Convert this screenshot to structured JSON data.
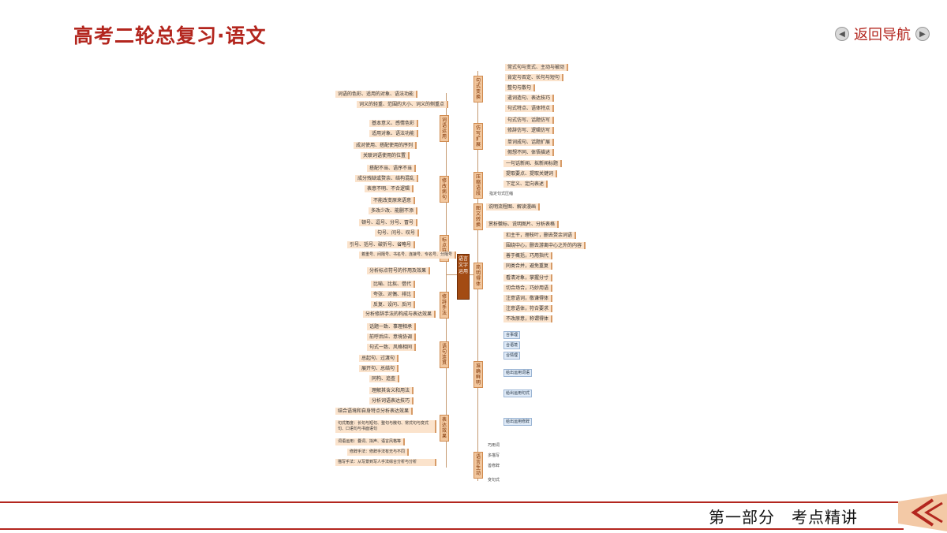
{
  "header": {
    "title": "高考二轮总复习·语文",
    "nav_label": "返回导航"
  },
  "mindmap": {
    "center": "语言文字运用",
    "left_branches": [
      {
        "label": "词语运用",
        "items": [
          "词语的色彩、适用的对象、语法功能",
          "词义的轻重、范围的大小、词义的侧重点",
          "基本意义、感情色彩",
          "适用对象、语法功能",
          "成对使用、搭配使用的序列",
          "关联词语使用的位置"
        ]
      },
      {
        "label": "修改病句",
        "items": [
          "搭配不当、语序不当",
          "成分残缺或赘余、结构混乱",
          "表意不明、不合逻辑",
          "不能改变原来语意",
          "多改少改、能删不添"
        ]
      },
      {
        "label": "标点符号",
        "items": [
          "顿号、逗号、分号、冒号",
          "句号、问号、叹号",
          "引号、括号、破折号、省略号",
          "着重号、间隔号、书名号、连接号、专名号、分隔号",
          "分析标点符号的作用及效果"
        ]
      },
      {
        "label": "修辞手法",
        "items": [
          "比喻、比拟、借代",
          "夸张、对偶、排比",
          "反复、设问、反问",
          "分析修辞手法的构成与表达效果"
        ]
      },
      {
        "label": "语句连贯",
        "items": [
          "话题一致、事理相承",
          "前呼后应、意境协调",
          "句式一致、风格相同",
          "总起句、过渡句",
          "展开句、总结句",
          "同构、追查"
        ]
      },
      {
        "label": "表达效果",
        "items": [
          "理解其含义和用法",
          "分析词语表达技巧",
          "结合语境和自身特点分析表达效果",
          "句式角度：长句与短句、整句与散句、常式句与变式句、口语句与书面语句",
          "词语运用：叠词、拟声、语言风格等",
          "修辞手法：修辞手法有无与不同",
          "描写手法：从写景到写人手法综合分析与分析"
        ]
      }
    ],
    "right_branches": [
      {
        "label": "句式变换",
        "items": [
          "常式句与变式、主动与被动",
          "肯定与否定、长句与短句",
          "整句与散句",
          "遣词造句、表达技巧",
          "句式特点、语体特点"
        ]
      },
      {
        "label": "仿写扩展",
        "items": [
          "句式仿写、话题仿写",
          "修辞仿写、逻辑仿写",
          "单词成句、话题扩展",
          "假想不同、体悟描述"
        ]
      },
      {
        "label": "压缩语段",
        "items": [
          "一句话新闻、拟新闻标题",
          "提取要点、提取关键词",
          "下定义、定向表述",
          "指定句式压缩"
        ]
      },
      {
        "label": "图文转换",
        "items": [
          "说明流程图、解读漫画",
          "赏析徽标、说明图片、分析表格"
        ]
      },
      {
        "label": "简明得体",
        "items": [
          "扣主干，理枝叶，删去赘余词语",
          "围绕中心，删去游离中心之外的内容",
          "善于概括，巧用指代",
          "同类合并，避免重复",
          "看清对象，掌握分寸",
          "切合场合，巧妙用语",
          "注意语词，敬谦得体",
          "注意语体，符合要求",
          "不改原意，称谓得体"
        ]
      },
      {
        "label": "准确鲜明",
        "items": [
          "合事理",
          "合语境",
          "合情理",
          "给出运用词语",
          "给出运用句式",
          "给出运用修辞"
        ]
      },
      {
        "label": "语言生动",
        "items": [
          "巧用词",
          "多描写",
          "善修辞",
          "变句式"
        ]
      }
    ]
  },
  "footer": {
    "section": "第一部分　考点精讲"
  },
  "colors": {
    "accent": "#b3261e",
    "node_bg": "#fbe3cc",
    "label_bg": "#f2c79e",
    "center_bg": "#a34b13"
  }
}
